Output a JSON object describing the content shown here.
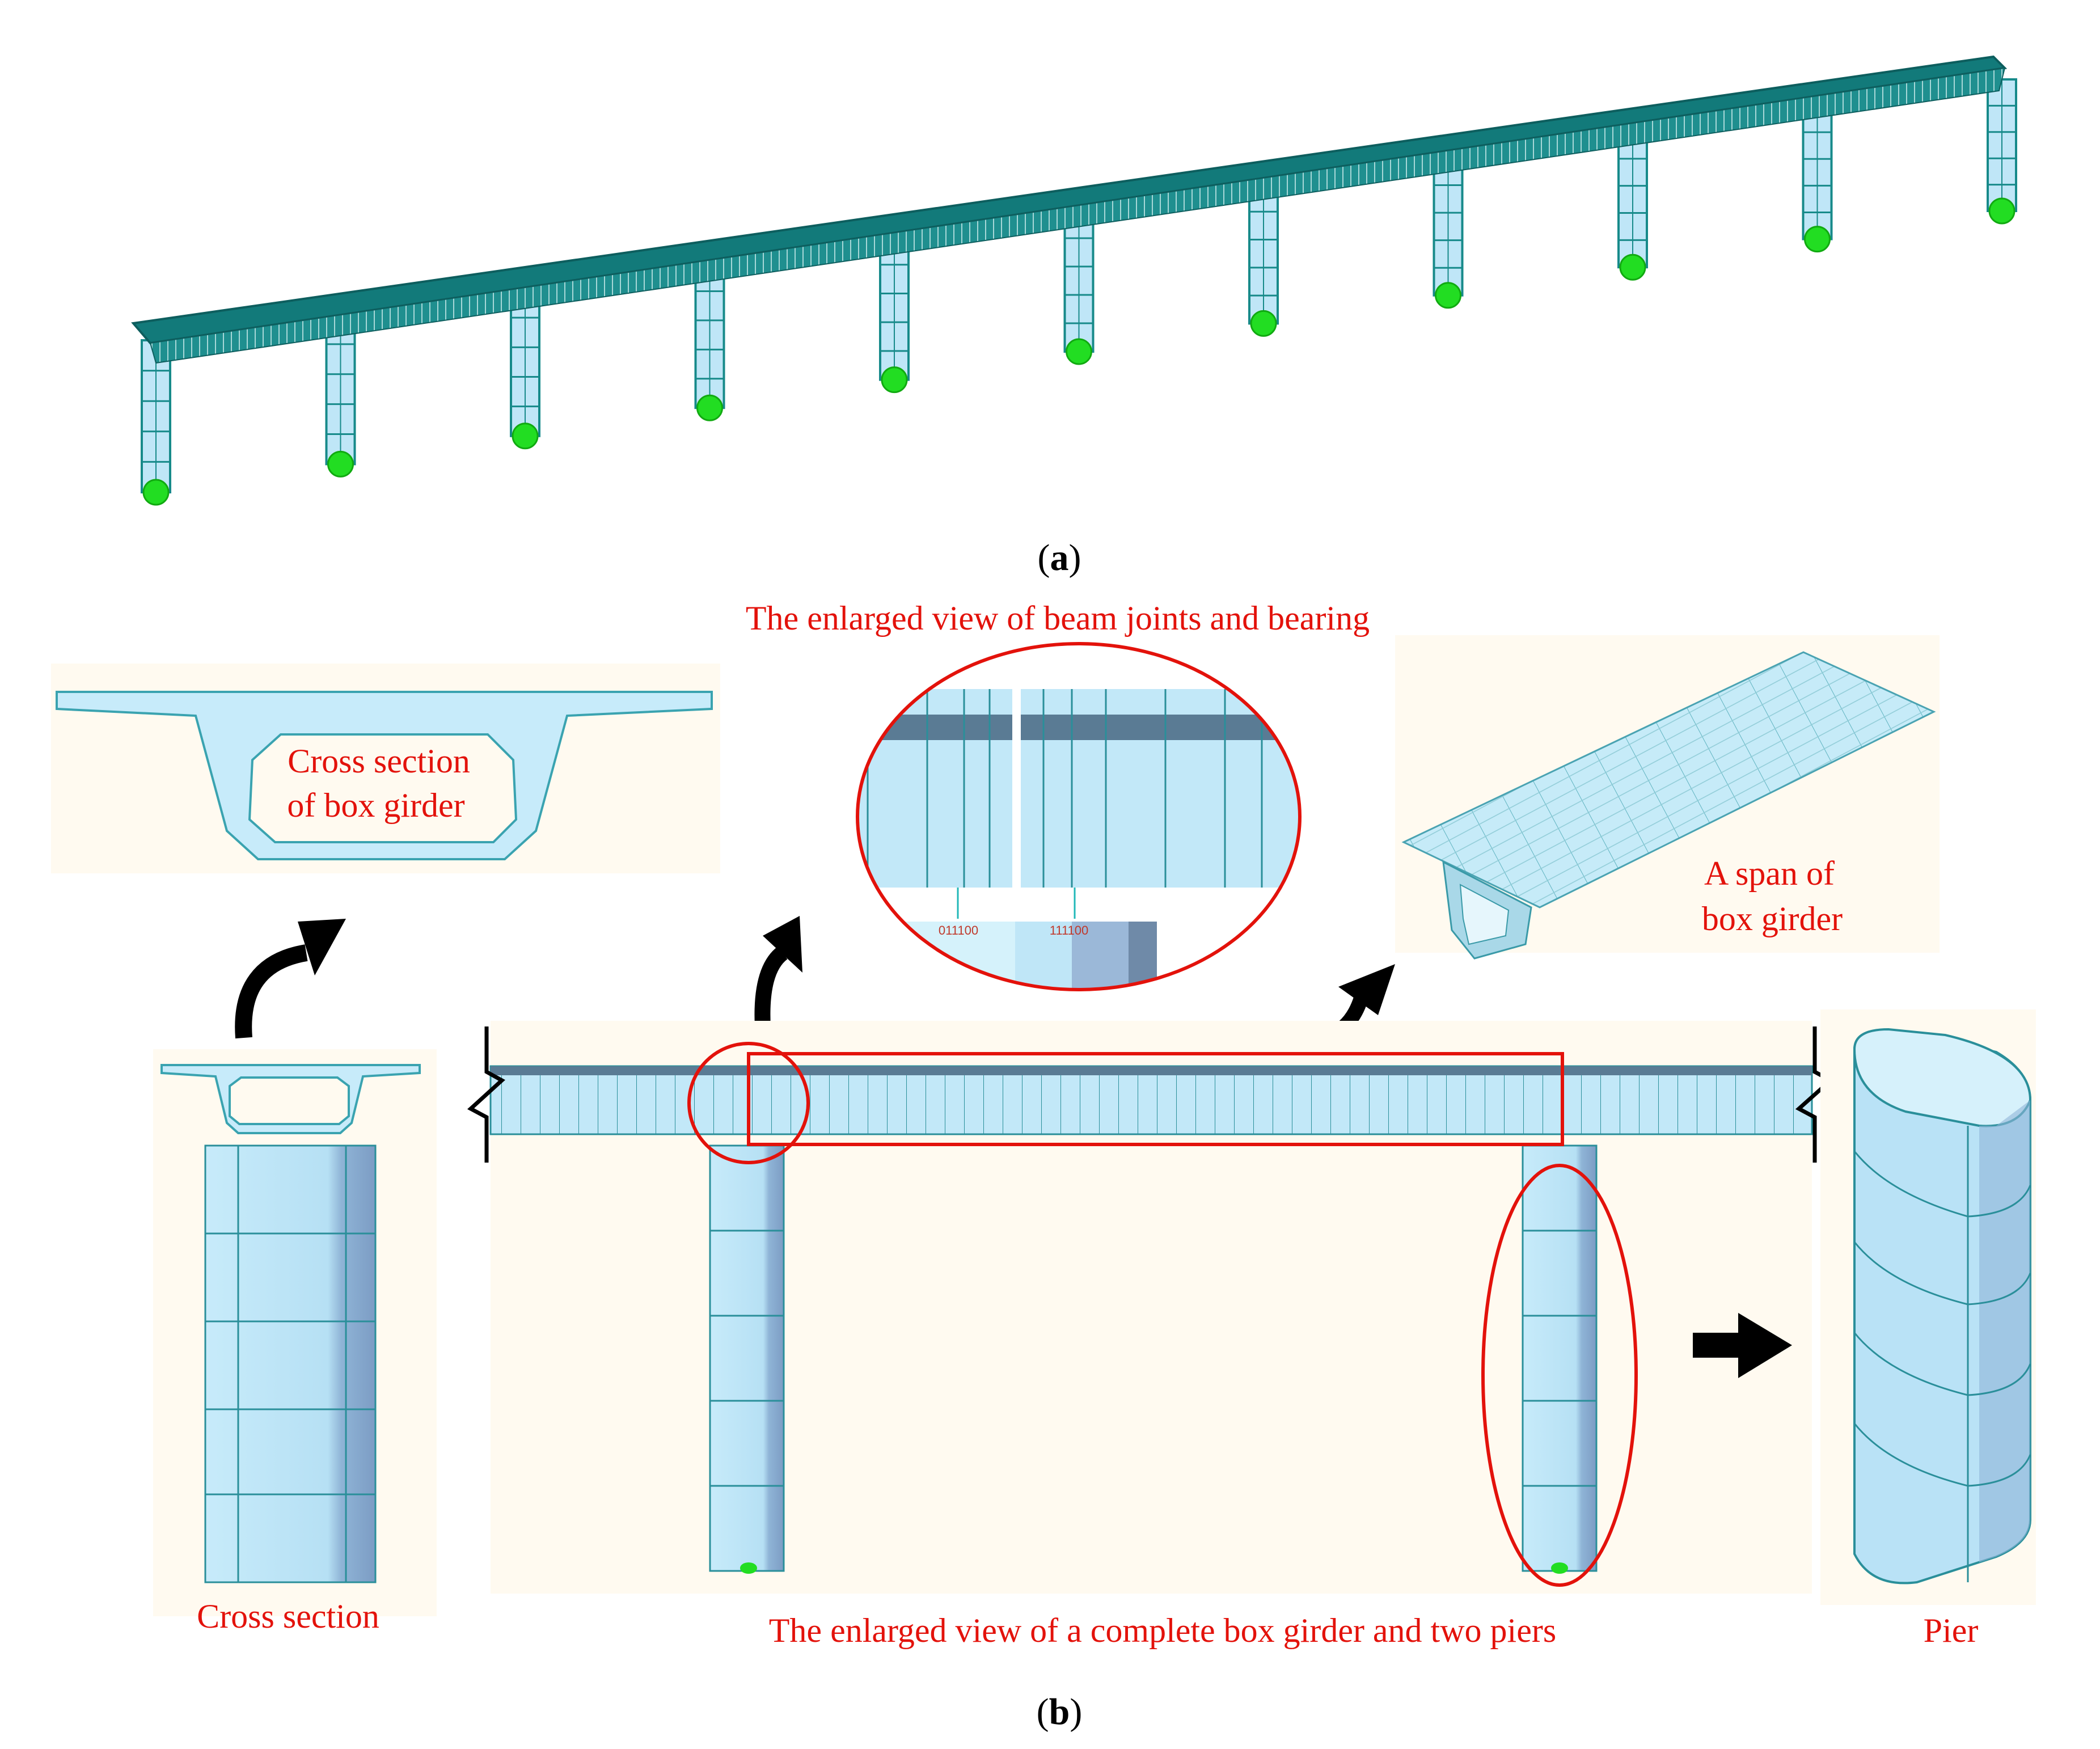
{
  "figure": {
    "panel_a": {
      "label_open": "(",
      "label_letter": "a",
      "label_close": ")"
    },
    "panel_b": {
      "label_open": "(",
      "label_letter": "b",
      "label_close": ")"
    },
    "labels": {
      "beam_joints_title": "The enlarged view of beam joints and bearing",
      "cross_section_girder_line1": "Cross section",
      "cross_section_girder_line2": "of box girder",
      "span_line1": "A span of",
      "span_line2": "box girder",
      "cross_section": "Cross section",
      "complete_girder": "The enlarged view of a complete box girder and two piers",
      "pier": "Pier",
      "bearing_code_left": "011100",
      "bearing_code_right": "111100"
    },
    "colors": {
      "model_fill": "#bfe6f7",
      "model_edge": "#178a8a",
      "deck_dark": "#127a7a",
      "support": "#22dd22",
      "highlight": "#e3120b",
      "panel_bg": "#fffaf0",
      "arrow": "#000000"
    },
    "icons": [
      "curved-arrow-icon",
      "right-arrow-icon",
      "break-line-icon"
    ]
  }
}
